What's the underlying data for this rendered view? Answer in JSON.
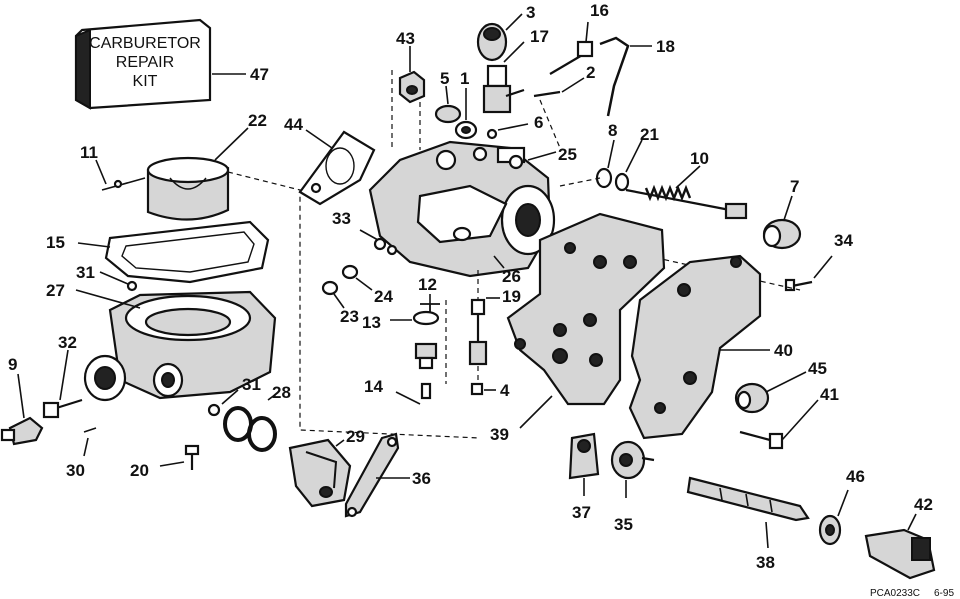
{
  "kit_label": [
    "CARBURETOR",
    "REPAIR",
    "KIT"
  ],
  "kit_number": "47",
  "callouts": [
    "3",
    "16",
    "43",
    "17",
    "18",
    "5",
    "1",
    "2",
    "22",
    "44",
    "11",
    "6",
    "8",
    "21",
    "10",
    "25",
    "7",
    "33",
    "15",
    "31",
    "27",
    "12",
    "24",
    "19",
    "34",
    "23",
    "13",
    "32",
    "9",
    "14",
    "4",
    "31",
    "28",
    "40",
    "45",
    "41",
    "39",
    "29",
    "30",
    "20",
    "36",
    "37",
    "35",
    "46",
    "42",
    "38",
    "26"
  ],
  "drawing_code": "PCA0233C",
  "date_code": "6-95"
}
